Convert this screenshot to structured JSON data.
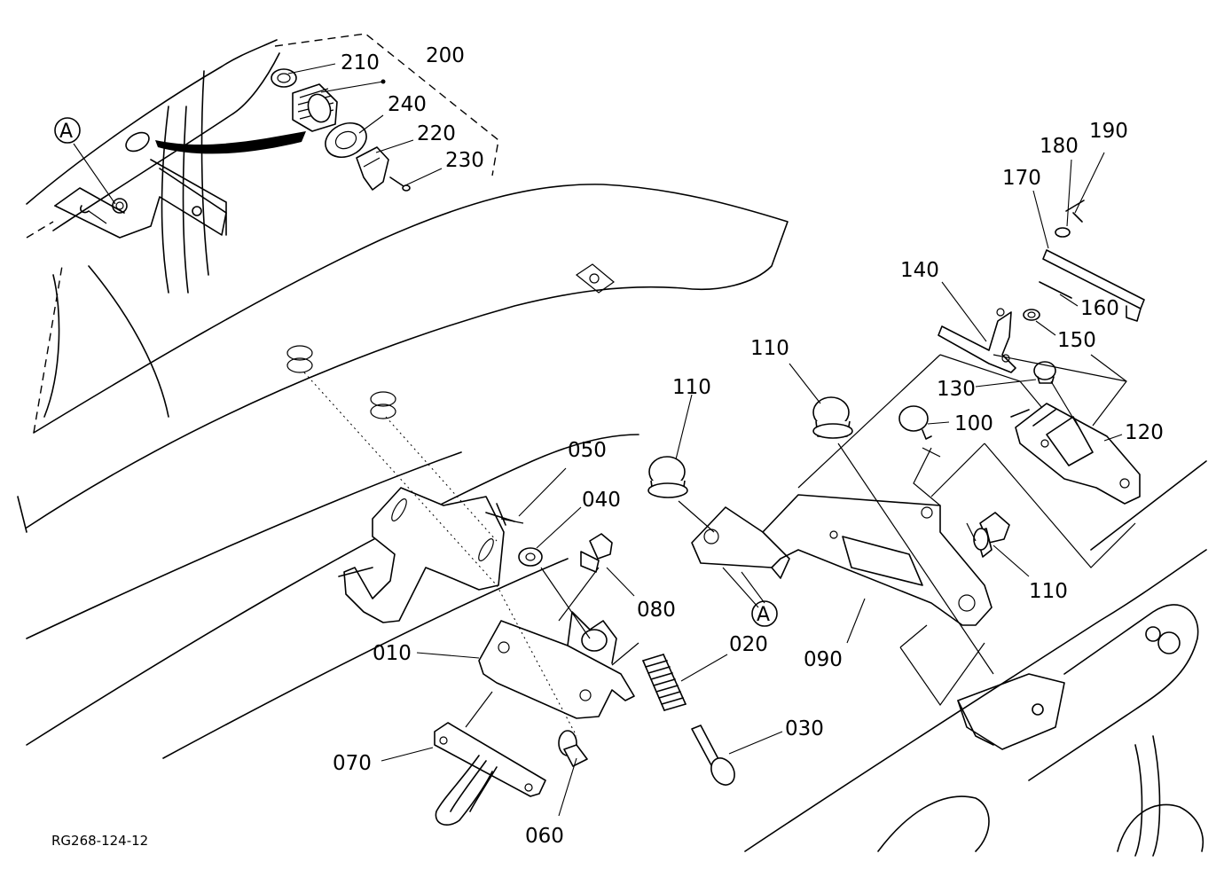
{
  "drawing": {
    "figure_code": "RG268-124-12",
    "view_marker": "A",
    "callouts": [
      {
        "id": "c210",
        "label": "210"
      },
      {
        "id": "c200",
        "label": "200"
      },
      {
        "id": "c240",
        "label": "240"
      },
      {
        "id": "c220",
        "label": "220"
      },
      {
        "id": "c230",
        "label": "230"
      },
      {
        "id": "c190",
        "label": "190"
      },
      {
        "id": "c180",
        "label": "180"
      },
      {
        "id": "c170",
        "label": "170"
      },
      {
        "id": "c140",
        "label": "140"
      },
      {
        "id": "c160",
        "label": "160"
      },
      {
        "id": "c150",
        "label": "150"
      },
      {
        "id": "c110a",
        "label": "110"
      },
      {
        "id": "c110b",
        "label": "110"
      },
      {
        "id": "c110c",
        "label": "110"
      },
      {
        "id": "c130",
        "label": "130"
      },
      {
        "id": "c100",
        "label": "100"
      },
      {
        "id": "c120",
        "label": "120"
      },
      {
        "id": "c050",
        "label": "050"
      },
      {
        "id": "c040",
        "label": "040"
      },
      {
        "id": "c080",
        "label": "080"
      },
      {
        "id": "c010",
        "label": "010"
      },
      {
        "id": "c020",
        "label": "020"
      },
      {
        "id": "c090",
        "label": "090"
      },
      {
        "id": "c030",
        "label": "030"
      },
      {
        "id": "c070",
        "label": "070"
      },
      {
        "id": "c060",
        "label": "060"
      }
    ]
  }
}
